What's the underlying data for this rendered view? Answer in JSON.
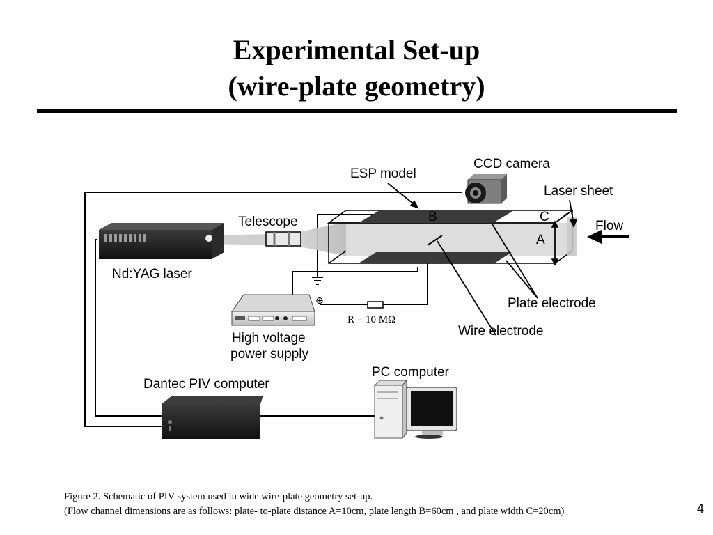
{
  "slide": {
    "title_line1": "Experimental Set-up",
    "title_line2": "(wire-plate geometry)",
    "page_number": "4"
  },
  "diagram": {
    "labels": {
      "esp_model": "ESP model",
      "ccd_camera": "CCD camera",
      "laser_sheet": "Laser sheet",
      "telescope": "Telescope",
      "flow": "Flow",
      "nd_yag_laser": "Nd:YAG laser",
      "dim_b": "B",
      "dim_c": "C",
      "dim_a": "A",
      "plate_electrode": "Plate electrode",
      "wire_electrode": "Wire electrode",
      "resistor": "R = 10 MΩ",
      "plus_symbol": "⊕",
      "hv_line1": "High voltage",
      "hv_line2": "power supply",
      "dantec": "Dantec PIV computer",
      "pc": "PC computer"
    }
  },
  "caption": {
    "line1": "Figure 2. Schematic of PIV system used in wide wire-plate geometry set-up.",
    "line2": "(Flow channel dimensions are as follows: plate- to-plate distance A=10cm, plate  length B=60cm , and plate width  C=20cm)"
  }
}
